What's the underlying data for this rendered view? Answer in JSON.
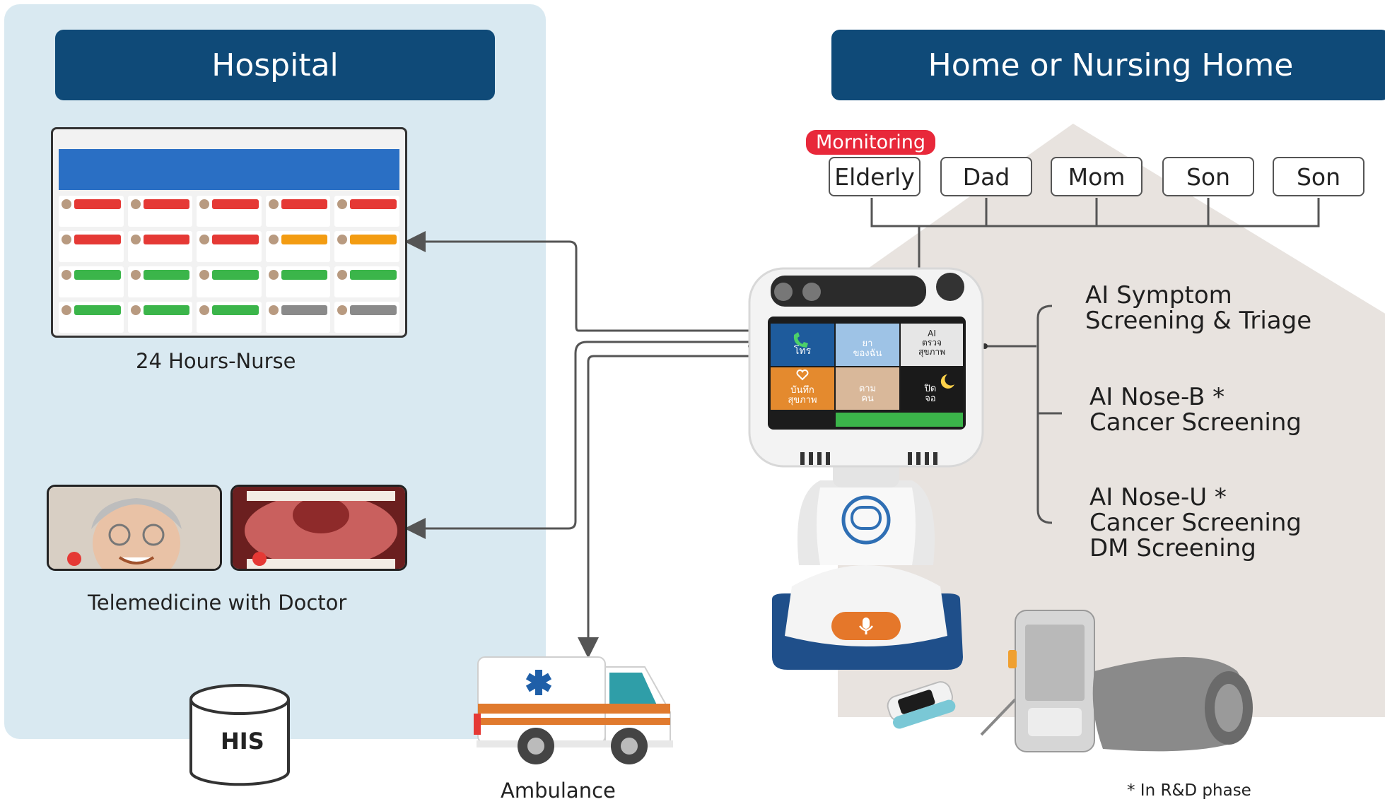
{
  "hospital": {
    "title": "Hospital",
    "nurse_caption": "24 Hours-Nurse",
    "telemedicine_caption": "Telemedicine with Doctor",
    "his_label": "HIS"
  },
  "ambulance": {
    "label": "Ambulance"
  },
  "home": {
    "title": "Home or Nursing Home",
    "monitoring_badge": "Mornitoring",
    "members": [
      "Elderly",
      "Dad",
      "Mom",
      "Son",
      "Son"
    ]
  },
  "features": [
    "AI Symptom\nScreening & Triage",
    "AI Nose-B *\nCancer Screening",
    "AI Nose-U *\nCancer Screening\nDM Screening"
  ],
  "robot_screen": {
    "buttons": [
      "โทร",
      "ยา\nของฉัน",
      "AI\nตรวจ\nสุขภาพ",
      "บันทึก\nสุขภาพ",
      "ตาม\nคน",
      "ปิด\nจอ"
    ]
  },
  "footnote": "* In R&D phase",
  "colors": {
    "title_bg": "#0f4a78",
    "hospital_bg": "#d9e9f1",
    "house_bg": "#e8e3df",
    "badge_red": "#e8283a",
    "alert_red": "#e53935",
    "alert_orange": "#f39c12",
    "alert_green": "#3bb54a",
    "alert_gray": "#8a8a8a"
  },
  "icons": [
    "phone-icon",
    "star-of-life-icon",
    "microphone-icon",
    "moon-icon",
    "heart-icon"
  ]
}
